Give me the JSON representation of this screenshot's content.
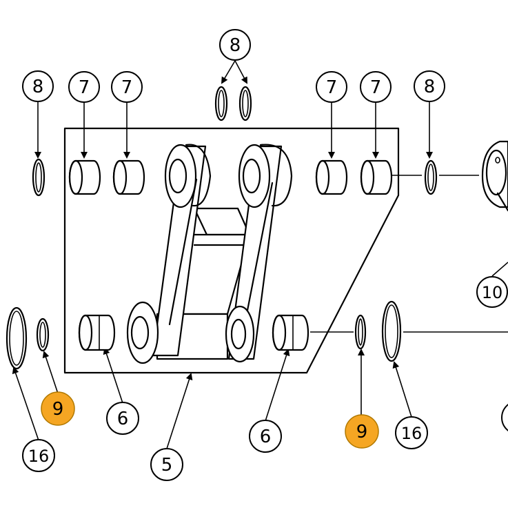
{
  "highlight_color": "#F5A623",
  "callouts": [
    {
      "id": "c8a",
      "text": "8",
      "highlight": false
    },
    {
      "id": "c8b",
      "text": "8",
      "highlight": false
    },
    {
      "id": "c8c",
      "text": "8",
      "highlight": false
    },
    {
      "id": "c7a",
      "text": "7",
      "highlight": false
    },
    {
      "id": "c7b",
      "text": "7",
      "highlight": false
    },
    {
      "id": "c7c",
      "text": "7",
      "highlight": false
    },
    {
      "id": "c7d",
      "text": "7",
      "highlight": false
    },
    {
      "id": "c10",
      "text": "10",
      "highlight": false
    },
    {
      "id": "c9a",
      "text": "9",
      "highlight": true
    },
    {
      "id": "c9b",
      "text": "9",
      "highlight": true
    },
    {
      "id": "c16a",
      "text": "16",
      "highlight": false
    },
    {
      "id": "c16b",
      "text": "16",
      "highlight": false
    },
    {
      "id": "c6a",
      "text": "6",
      "highlight": false
    },
    {
      "id": "c6b",
      "text": "6",
      "highlight": false
    },
    {
      "id": "c5",
      "text": "5",
      "highlight": false
    }
  ]
}
